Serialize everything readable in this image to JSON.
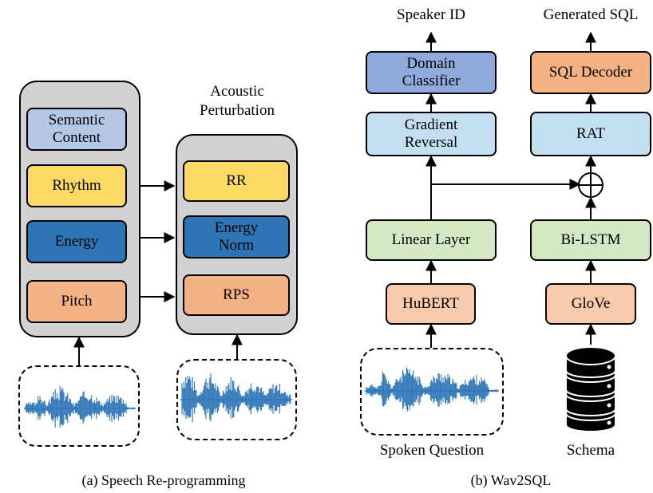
{
  "panel_a": {
    "caption": "(a) Speech Re-programming",
    "perturbation_title_line1": "Acoustic",
    "perturbation_title_line2": "Perturbation",
    "source_boxes": {
      "semantic_line1": "Semantic",
      "semantic_line2": "Content",
      "rhythm": "Rhythm",
      "energy": "Energy",
      "pitch": "Pitch"
    },
    "perturb_boxes": {
      "rr": "RR",
      "energy_norm_line1": "Energy",
      "energy_norm_line2": "Norm",
      "rps": "RPS"
    }
  },
  "panel_b": {
    "caption": "(b) Wav2SQL",
    "speaker_output": "Speaker ID",
    "sql_output": "Generated SQL",
    "domain_classifier_line1": "Domain",
    "domain_classifier_line2": "Classifier",
    "gradient_reversal_line1": "Gradient",
    "gradient_reversal_line2": "Reversal",
    "sql_decoder": "SQL Decoder",
    "rat": "RAT",
    "linear_layer": "Linear Layer",
    "bilstm": "Bi-LSTM",
    "hubert": "HuBERT",
    "glove": "GloVe",
    "spoken_question": "Spoken Question",
    "schema": "Schema"
  },
  "colors": {
    "panel_fill": "#d1d1d1",
    "semantic": "#b4c7e7",
    "yellow": "#ffd966",
    "dark_blue": "#2e75b6",
    "orange": "#f4b183",
    "light_blue": "#c5dff2",
    "mid_blue": "#8faadc",
    "peach": "#f8cbad",
    "green": "#d5e8c4",
    "waveform": "#2e75b6"
  },
  "icons": {
    "waveform": "waveform-icon",
    "database": "database-icon",
    "sum": "circled-plus-icon"
  }
}
